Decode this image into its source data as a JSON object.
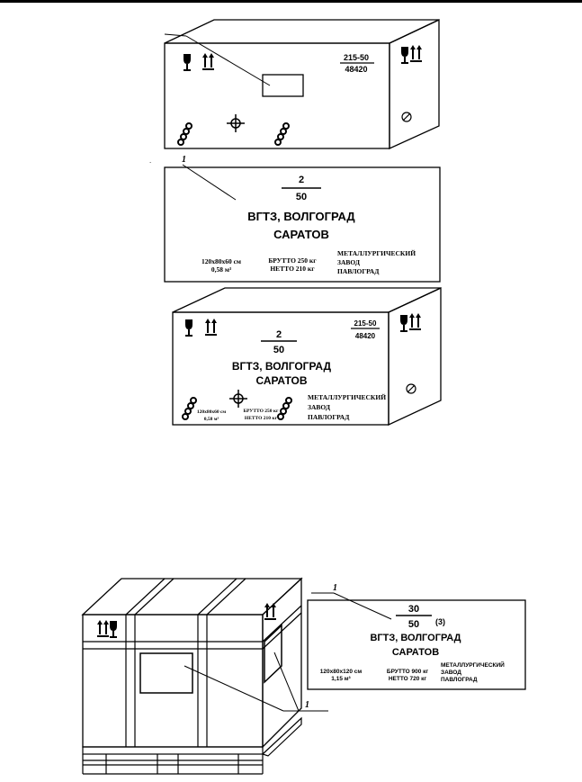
{
  "callout_number": "1",
  "box1": {
    "ratio_top": "215-50",
    "ratio_bottom": "48420"
  },
  "label_card": {
    "number_top": "2",
    "number_bottom": "50",
    "route": "ВГТЗ, ВОЛГОГРАД",
    "destination": "САРАТОВ",
    "dimensions": "120х80х60 см",
    "volume": "0,58 м³",
    "gross": "БРУТТО 250 кг",
    "net": "НЕТТО 210 кг",
    "sender_line1": "МЕТАЛЛУРГИЧЕСКИЙ",
    "sender_line2": "ЗАВОД",
    "sender_line3": "ПАВЛОГРАД"
  },
  "box2": {
    "ratio_top": "215-50",
    "ratio_bottom": "48420",
    "number_top": "2",
    "number_bottom": "50",
    "route": "ВГТЗ, ВОЛГОГРАД",
    "destination": "САРАТОВ",
    "dimensions": "120х80х60 см",
    "volume": "0,58 м³",
    "gross": "БРУТТО 250 кг",
    "net": "НЕТТО 210 кг",
    "sender_line1": "МЕТАЛЛУРГИЧЕСКИЙ",
    "sender_line2": "ЗАВОД",
    "sender_line3": "ПАВЛОГРАД"
  },
  "pallet_label": {
    "number_top": "30",
    "number_bottom": "50",
    "count": "(3)",
    "route": "ВГТЗ, ВОЛГОГРАД",
    "destination": "САРАТОВ",
    "dimensions": "120х80х120 см",
    "volume": "1,15 м³",
    "gross": "БРУТТО 900 кг",
    "net": "НЕТТО 720 кг",
    "sender_line1": "МЕТАЛЛУРГИЧЕСКИЙ",
    "sender_line2": "ЗАВОД",
    "sender_line3": "ПАВЛОГРАД"
  }
}
